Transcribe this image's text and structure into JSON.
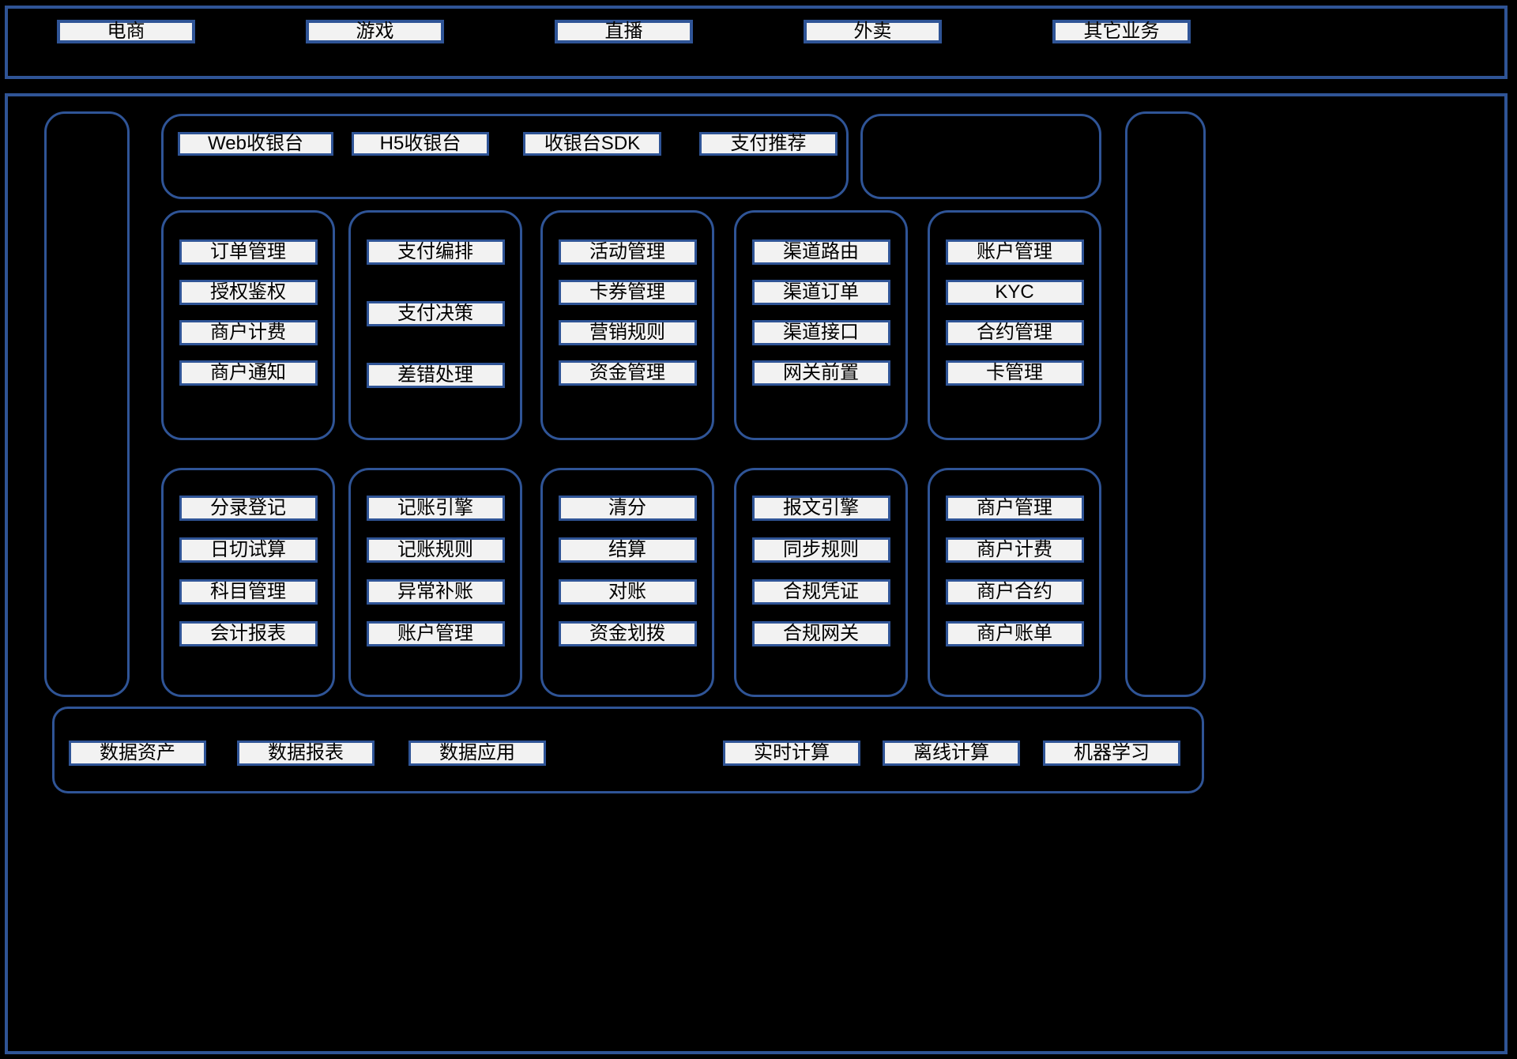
{
  "colors": {
    "background": "#000000",
    "border_blue": "#2F5496",
    "box_fill": "#F2F2F2",
    "box_text": "#000000"
  },
  "business": {
    "items": [
      "电商",
      "游戏",
      "直播",
      "外卖",
      "其它业务"
    ]
  },
  "checkout": {
    "items": [
      "Web收银台",
      "H5收银台",
      "收银台SDK",
      "支付推荐"
    ]
  },
  "middle_groups": [
    {
      "items": [
        "订单管理",
        "授权鉴权",
        "商户计费",
        "商户通知"
      ]
    },
    {
      "items": [
        "支付编排",
        "支付决策",
        "差错处理"
      ]
    },
    {
      "items": [
        "活动管理",
        "卡券管理",
        "营销规则",
        "资金管理"
      ]
    },
    {
      "items": [
        "渠道路由",
        "渠道订单",
        "渠道接口",
        "网关前置"
      ]
    },
    {
      "items": [
        "账户管理",
        "KYC",
        "合约管理",
        "卡管理"
      ]
    }
  ],
  "lower_groups": [
    {
      "items": [
        "分录登记",
        "日切试算",
        "科目管理",
        "会计报表"
      ]
    },
    {
      "items": [
        "记账引擎",
        "记账规则",
        "异常补账",
        "账户管理"
      ]
    },
    {
      "items": [
        "清分",
        "结算",
        "对账",
        "资金划拨"
      ]
    },
    {
      "items": [
        "报文引擎",
        "同步规则",
        "合规凭证",
        "合规网关"
      ]
    },
    {
      "items": [
        "商户管理",
        "商户计费",
        "商户合约",
        "商户账单"
      ]
    }
  ],
  "data_band": {
    "items": [
      "数据资产",
      "数据报表",
      "数据应用",
      "实时计算",
      "离线计算",
      "机器学习"
    ]
  }
}
